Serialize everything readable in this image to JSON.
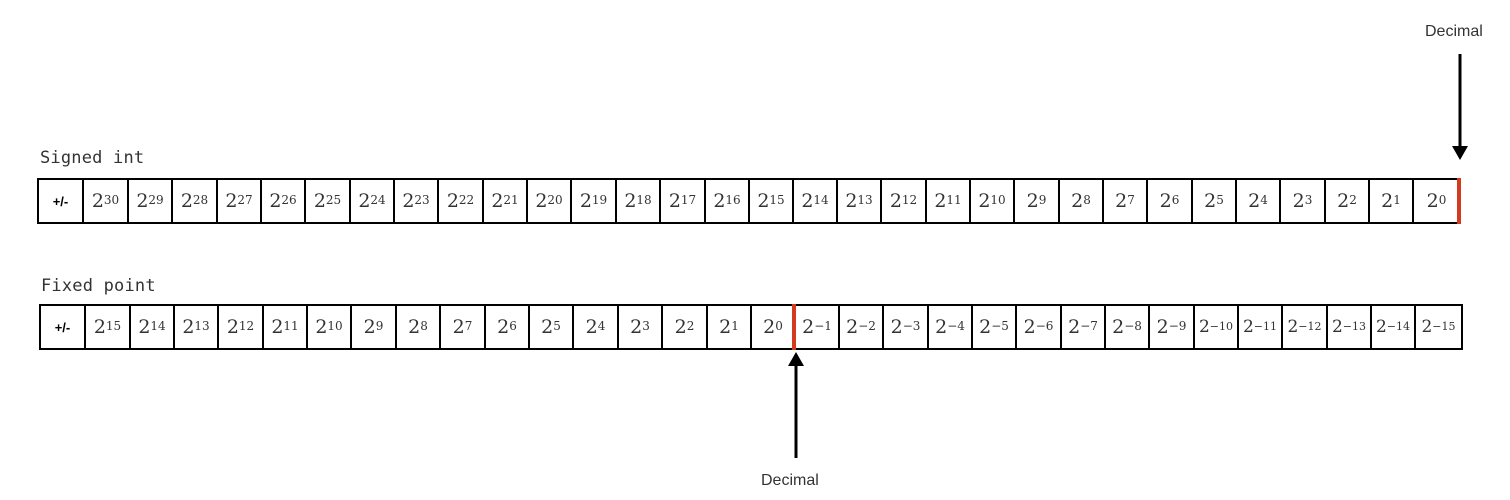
{
  "signed": {
    "title": "Signed int",
    "sign_label": "+/-",
    "base": "2",
    "exponents": [
      "30",
      "29",
      "28",
      "27",
      "26",
      "25",
      "24",
      "23",
      "22",
      "21",
      "20",
      "19",
      "18",
      "17",
      "16",
      "15",
      "14",
      "13",
      "12",
      "11",
      "10",
      "9",
      "8",
      "7",
      "6",
      "5",
      "4",
      "3",
      "2",
      "1",
      "0"
    ],
    "decimal_label": "Decimal"
  },
  "fixed": {
    "title": "Fixed point",
    "sign_label": "+/-",
    "base": "2",
    "exponents": [
      "15",
      "14",
      "13",
      "12",
      "11",
      "10",
      "9",
      "8",
      "7",
      "6",
      "5",
      "4",
      "3",
      "2",
      "1",
      "0",
      "−1",
      "−2",
      "−3",
      "−4",
      "−5",
      "−6",
      "−7",
      "−8",
      "−9",
      "−10",
      "−11",
      "−12",
      "−13",
      "−14",
      "−15"
    ],
    "decimal_label": "Decimal"
  },
  "colors": {
    "decimal_marker": "#d33a1e",
    "border": "#000000",
    "text": "#333333"
  }
}
